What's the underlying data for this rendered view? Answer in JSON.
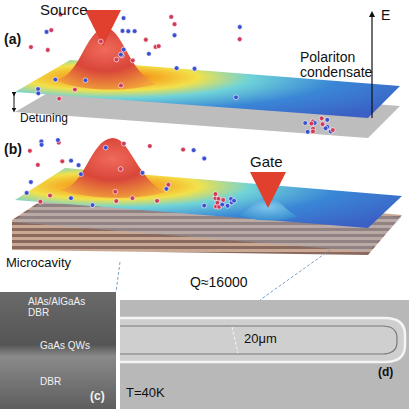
{
  "diagram": {
    "labels": [
      "Source",
      "(a)",
      "E",
      "Detuning",
      "Polariton condensate",
      "(b)",
      "Gate",
      "Microcavity",
      "Q≈16000",
      "AlAs/AlGaAs DBR",
      "GaAs QWs",
      "DBR",
      "(c)",
      "(d)",
      "20μm",
      "T=40K"
    ]
  }
}
